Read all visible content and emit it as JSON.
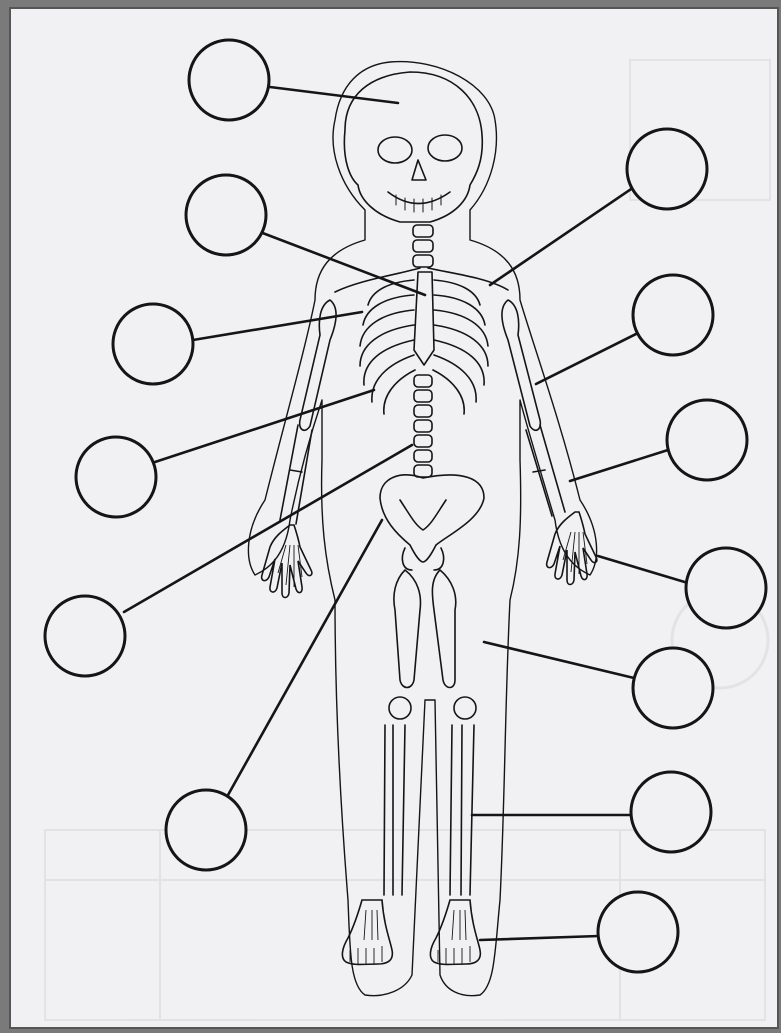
{
  "worksheet": {
    "paper_color": "#f1f1f3",
    "ink_color": "#151515",
    "frame_color": "#7a7a7a",
    "label_circles": [
      {
        "id": "skull",
        "text": ""
      },
      {
        "id": "clavicle",
        "text": ""
      },
      {
        "id": "ribs",
        "text": ""
      },
      {
        "id": "ribcage",
        "text": ""
      },
      {
        "id": "spine",
        "text": ""
      },
      {
        "id": "pelvis",
        "text": ""
      },
      {
        "id": "shoulder-blade",
        "text": ""
      },
      {
        "id": "humerus",
        "text": ""
      },
      {
        "id": "forearm",
        "text": ""
      },
      {
        "id": "hand",
        "text": ""
      },
      {
        "id": "femur",
        "text": ""
      },
      {
        "id": "shin",
        "text": ""
      },
      {
        "id": "foot",
        "text": ""
      }
    ]
  }
}
